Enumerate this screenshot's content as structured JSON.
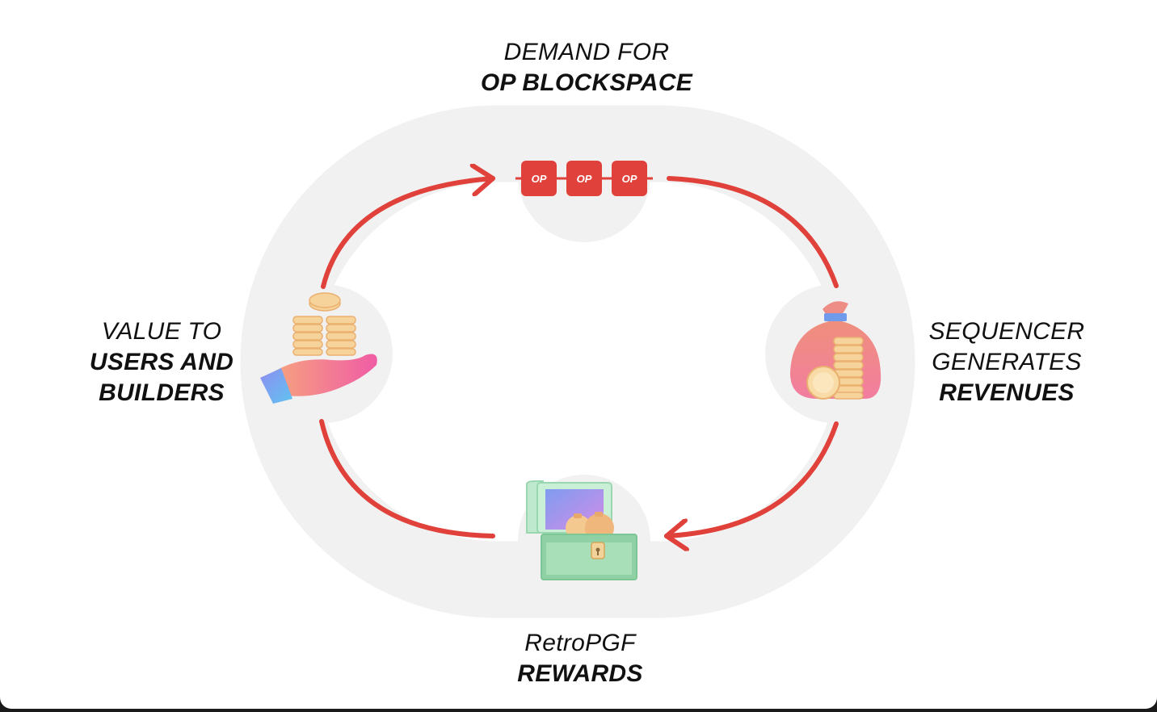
{
  "labels": {
    "top": {
      "line1": "DEMAND FOR",
      "line2": "OP BLOCKSPACE"
    },
    "right": {
      "line1": "SEQUENCER",
      "line2": "GENERATES",
      "line3": "REVENUES"
    },
    "bottom": {
      "line1": "RetroPGF",
      "line2": "REWARDS"
    },
    "left": {
      "line1": "VALUE TO",
      "line2": "USERS AND",
      "line3": "BUILDERS"
    }
  },
  "op_blocks": [
    "OP",
    "OP",
    "OP"
  ],
  "icons": {
    "top": "op-block-chain-icon",
    "right": "money-bag-coins-icon",
    "bottom": "treasure-chest-icon",
    "left": "hand-giving-coins-icon"
  },
  "colors": {
    "arrow": "#e0413a",
    "track": "#f1f1f1",
    "op_block": "#e0413a",
    "text": "#111111"
  }
}
